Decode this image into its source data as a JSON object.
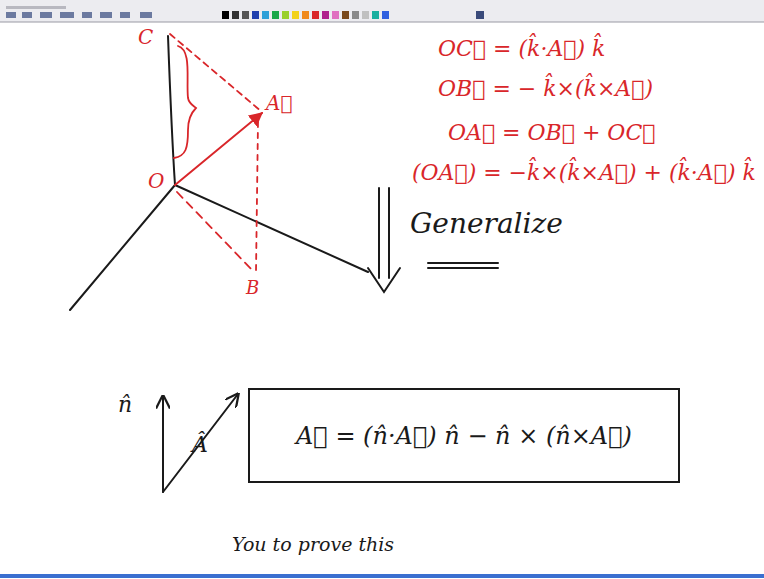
{
  "diagram": {
    "nodes": [
      {
        "text": [
          "A⃗ = (n̂·A⃗) n̂ − n̂ × (n̂×A⃗)"
        ]
      }
    ],
    "labels": [
      "C",
      "A⃗",
      "O",
      "B",
      "OC⃗ = (k̂·A⃗) k̂",
      "OB⃗ = − k̂×(k̂×A⃗)",
      "OA⃗ = OB⃗ + OC⃗",
      "(OA⃗) = −k̂×(k̂×A⃗) + (k̂·A⃗) k̂",
      "Generalize",
      "n̂",
      "Â",
      "You to prove this"
    ]
  }
}
